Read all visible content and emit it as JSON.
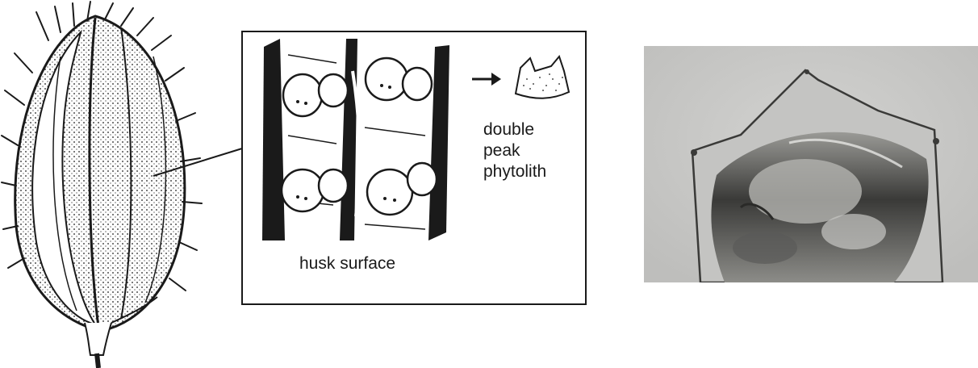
{
  "inset": {
    "husk_label": "husk surface",
    "phytolith_label_lines": [
      "double",
      "peak",
      "phytolith"
    ]
  },
  "icons": [
    "grain-illustration",
    "arrow-right-icon",
    "phytolith-sketch",
    "micrograph"
  ],
  "colors": {
    "ink": "#1a1a1a",
    "micrograph_bg": "#c8c8c6"
  }
}
